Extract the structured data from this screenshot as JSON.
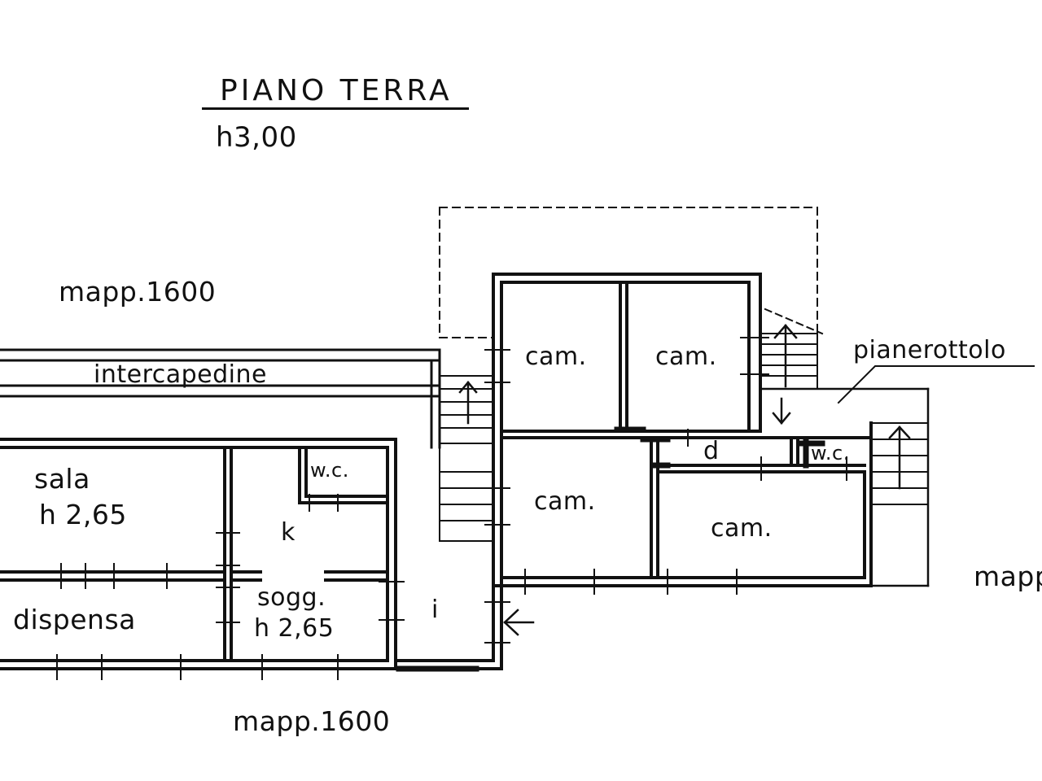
{
  "header": {
    "title": "PIANO TERRA",
    "height": "h3,00"
  },
  "labels": {
    "mapp_top": "mapp.1600",
    "mapp_bottom": "mapp.1600",
    "mapp_right": "mapp",
    "intercapedine": "intercapedine",
    "pianerottolo": "pianerottolo",
    "sala": "sala",
    "sala_h": "h 2,65",
    "dispensa": "dispensa",
    "k": "k",
    "wc_left": "w.c.",
    "wc_right": "w.c.",
    "sogg": "sogg.",
    "sogg_h": "h 2,65",
    "i": "i",
    "d": "d",
    "cam1": "cam.",
    "cam2": "cam.",
    "cam3": "cam.",
    "cam4": "cam."
  }
}
